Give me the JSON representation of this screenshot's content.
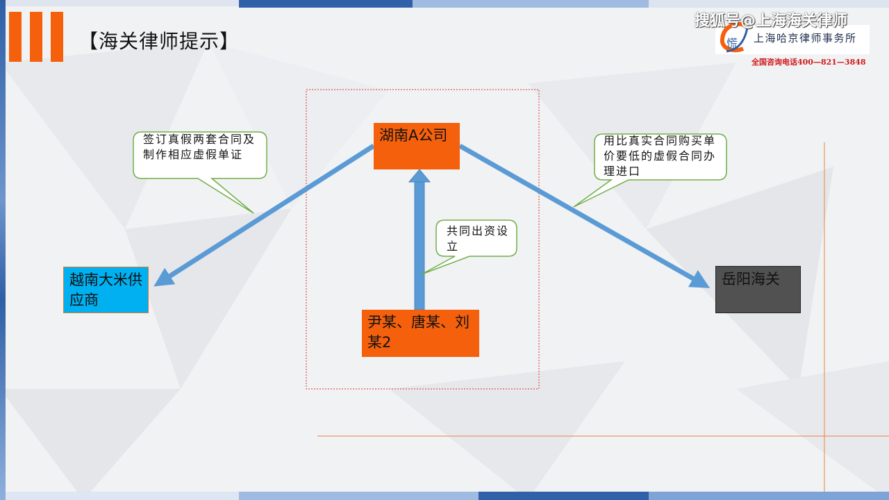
{
  "slide": {
    "title": "【海关律师提示】",
    "accent_color": "#f5600c"
  },
  "watermark": {
    "main": "搜狐号@上海海关律师",
    "logo_glyph": "慌",
    "firm_name": "上海哈京律师事务所",
    "phone": "全国咨询电话400—821—3848"
  },
  "diagram": {
    "nodes": {
      "company_a": "湖南A公司",
      "vietnam_supplier": "越南大米供应商",
      "founders": "尹某、唐某、刘某2",
      "yueyang_customs": "岳阳海关"
    },
    "callouts": {
      "left": "签订真假两套合同及制作相应虚假单证",
      "middle": "共同出资设立",
      "right": "用比真实合同购买单价要低的虚假合同办理进口"
    },
    "colors": {
      "arrow": "#5b9bd5",
      "callout_border": "#70ad47",
      "dotted_frame": "#e03030"
    }
  }
}
